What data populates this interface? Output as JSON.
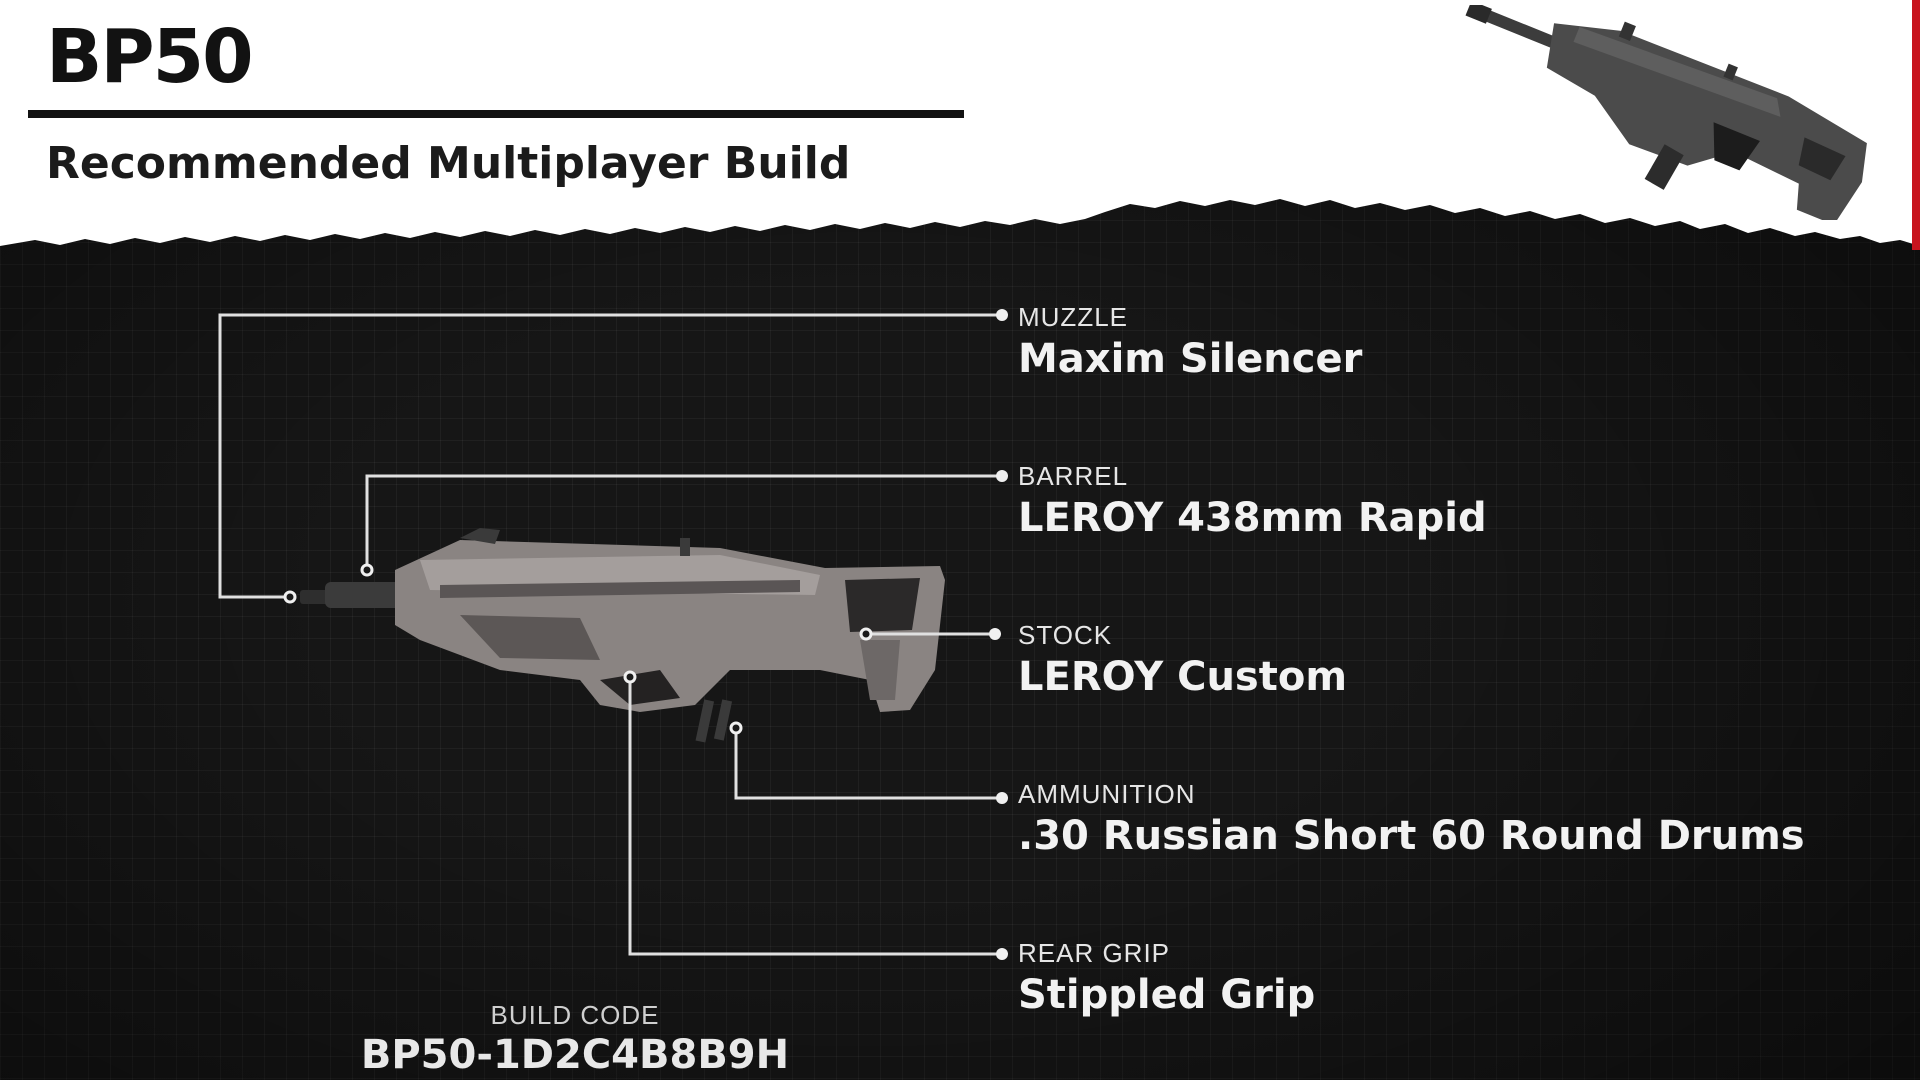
{
  "header": {
    "title": "BP50",
    "subtitle": "Recommended Multiplayer Build"
  },
  "attachments": [
    {
      "category": "MUZZLE",
      "name": "Maxim Silencer"
    },
    {
      "category": "BARREL",
      "name": "LEROY 438mm Rapid"
    },
    {
      "category": "STOCK",
      "name": "LEROY Custom"
    },
    {
      "category": "AMMUNITION",
      "name": ".30 Russian Short 60 Round Drums"
    },
    {
      "category": "REAR GRIP",
      "name": "Stippled Grip"
    }
  ],
  "build_code": {
    "label": "BUILD CODE",
    "value": "BP50-1D2C4B8B9H"
  },
  "colors": {
    "background": "#161616",
    "header_paper": "#ffffff",
    "accent_red": "#c8141e",
    "text_light": "#f2f2f2",
    "callout_line": "#e0e0e0"
  },
  "icons": {
    "weapon_thumbnail": "bp50-rifle-icon",
    "weapon_main": "bp50-rifle-render"
  }
}
